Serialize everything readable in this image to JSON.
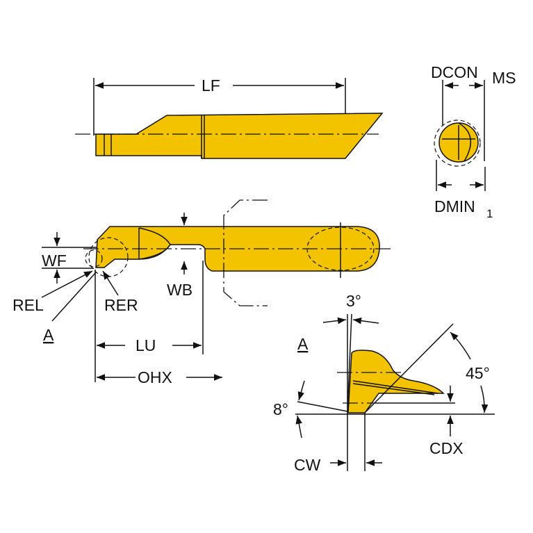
{
  "colors": {
    "tool_body": "#f3c300",
    "lines": "#111111"
  },
  "labels": {
    "lf": "LF",
    "dcon": "DCON",
    "dcon_sub": "MS",
    "dmin": "DMIN",
    "dmin_sub": "1",
    "wf": "WF",
    "wb": "WB",
    "rel": "REL",
    "rer": "RER",
    "view_a": "A",
    "lu": "LU",
    "ohx": "OHX",
    "angle_3": "3°",
    "angle_45": "45°",
    "angle_8": "8°",
    "cdx": "CDX",
    "cw": "CW"
  }
}
